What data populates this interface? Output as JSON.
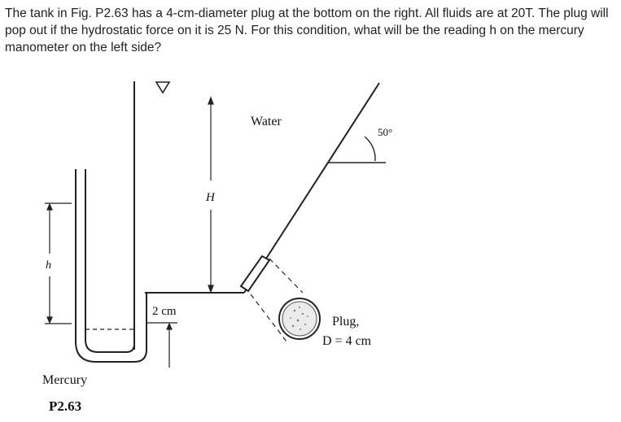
{
  "question": {
    "text": "The tank in Fig. P2.63 has a 4-cm-diameter plug at the bottom on the right. All fluids are at 20T. The plug will pop out if the hydrostatic force on it is 25 N. For this condition, what will be the reading h on the mercury manometer on the left side?"
  },
  "figure": {
    "water_label": "Water",
    "angle_label": "50°",
    "H_label": "H",
    "h_label": "h",
    "gap_label": "2 cm",
    "plug_label": "Plug,",
    "plug_diameter_label": "D = 4 cm",
    "mercury_label": "Mercury",
    "fig_number": "P2.63"
  }
}
